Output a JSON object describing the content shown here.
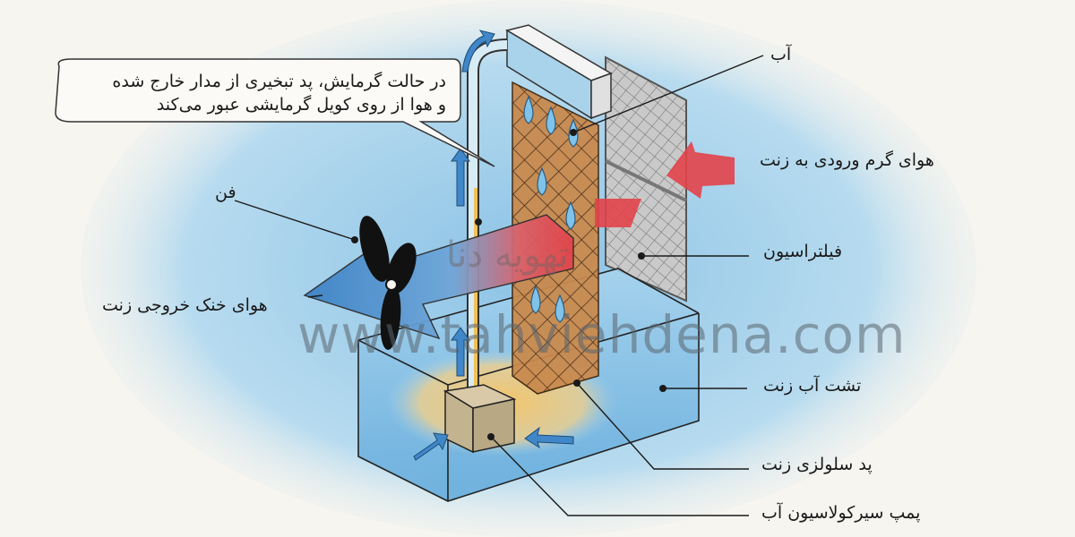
{
  "diagram": {
    "subject": "Evaporative cooler (زنت) heating-mode schematic",
    "colors": {
      "background": "#f7f5ef",
      "watercolor_blue": "#9fcde8",
      "hot_air": "#e0454a",
      "cool_air": "#3f87c9",
      "pad": "#c98a4e",
      "filter": "#a9a9a9",
      "fan": "#111111",
      "leader_line": "#1a1a1a"
    },
    "callout": {
      "line1": "در حالت گرمایش، پد تبخیری از مدار خارج شده",
      "line2": "و هوا از روی کویل گرمایشی عبور می‌کند"
    },
    "labels": {
      "water": "آب",
      "hot_air_in": "هوای گرم ورودی به زنت",
      "filtration": "فیلتراسیون",
      "fan": "فن",
      "cool_air_out": "هوای خنک خروجی زنت",
      "water_tray": "تشت آب زنت",
      "cellulose_pad": "پد سلولزی زنت",
      "circulation_pump": "پمپ سیرکولاسیون آب"
    },
    "watermark": {
      "url": "www.tahviehdena.com",
      "brand": "تهویه دنا"
    }
  }
}
